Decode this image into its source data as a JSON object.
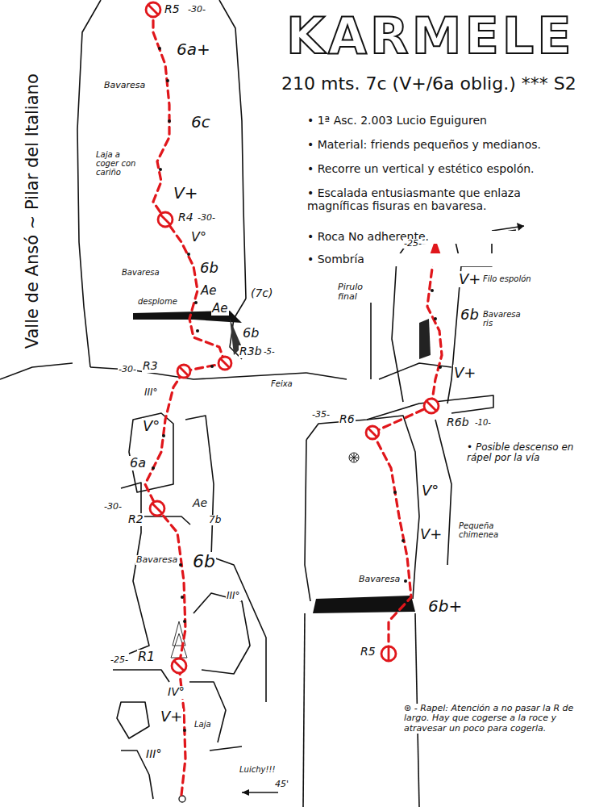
{
  "diagram": {
    "title": "KARMELE",
    "labels": [
      "210 mts. 7c (V+/6a oblig.) *** S2",
      "• 1ª Asc. 2.003 Lucio Eguiguren",
      "• Material: friends pequeños y medianos.",
      "• Recorre un vertical y estético espolón.",
      "• Escalada entusiasmante que enlaza magníficas fisuras en bavaresa.",
      "• Roca No adherente.",
      "• Sombría",
      "Valle de Ansó ~ Pilar del Italiano",
      "R5",
      "-30-",
      "6a+",
      "Bavaresa",
      "6c",
      "Laja a coger con cariño",
      "V+",
      "R4",
      "-30-",
      "V°",
      "Bavaresa",
      "6b",
      "desplome",
      "Ae",
      "(7c)",
      "Ae",
      "6b",
      "R3b",
      "-5-",
      "Feixa",
      "-30-",
      "R3",
      "III°",
      "V°",
      "6a",
      "-30-",
      "R2",
      "Ae",
      "7b",
      "Bavaresa",
      "6b",
      "III°",
      "-25-",
      "R1",
      "IV°",
      "V+",
      "Laja",
      "III°",
      "Luichy!!!",
      "45'",
      "-25-",
      "V+",
      "Filo espolón",
      "Pirulo final",
      "6b",
      "Bavaresa ris",
      "V+",
      "-35-",
      "R6",
      "R6b",
      "-10-",
      "• Posible descenso en rápel por la vía",
      "V°",
      "V+",
      "Pequeña chimenea",
      "Bavaresa",
      "6b+",
      "R5",
      "⊛ - Rapel: Atención a no pasar la R de largo. Hay que cogerse a la roce y atravesar un poco para cogerla."
    ]
  }
}
